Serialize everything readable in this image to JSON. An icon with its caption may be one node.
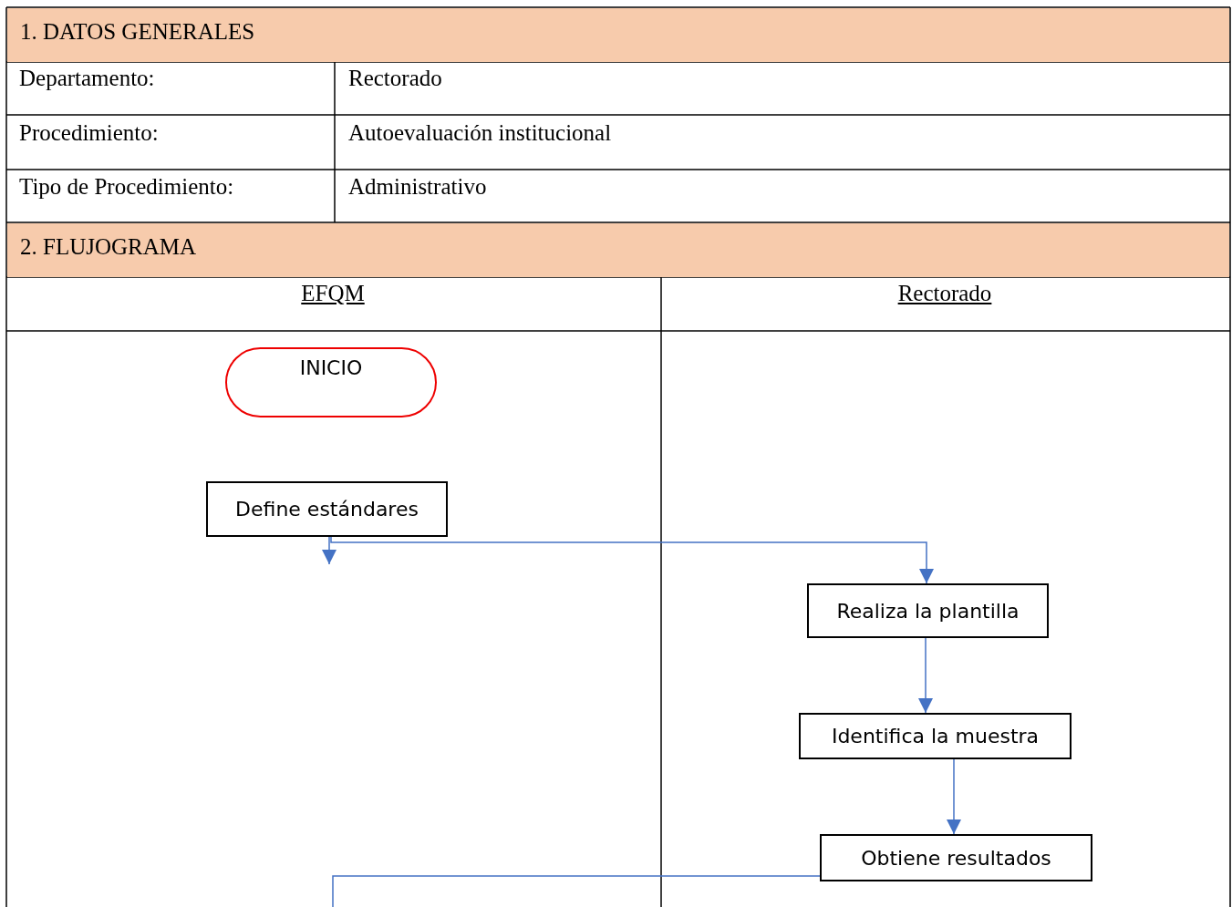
{
  "diagram": {
    "nodes": [
      {
        "text": [
          "INICIO"
        ]
      },
      {
        "text": [
          "Define estándares"
        ]
      },
      {
        "text": [
          "Realiza la plantilla"
        ]
      },
      {
        "text": [
          "Identifica la muestra"
        ]
      },
      {
        "text": [
          "Obtiene resultados"
        ]
      }
    ],
    "edges": [
      {
        "from": 1,
        "to": null,
        "arrow": "to"
      },
      {
        "from": 1,
        "to": 2,
        "arrow": "to"
      },
      {
        "from": 2,
        "to": 3,
        "arrow": "to"
      },
      {
        "from": 3,
        "to": 4,
        "arrow": "to"
      },
      {
        "from": 4,
        "to": null,
        "arrow": "none"
      }
    ],
    "labels": [
      "1. DATOS GENERALES",
      "Departamento:",
      "Rectorado",
      "Procedimiento:",
      "Autoevaluación institucional",
      "Tipo de Procedimiento:",
      "Administrativo",
      "2. FLUJOGRAMA",
      "EFQM",
      "Rectorado"
    ]
  }
}
